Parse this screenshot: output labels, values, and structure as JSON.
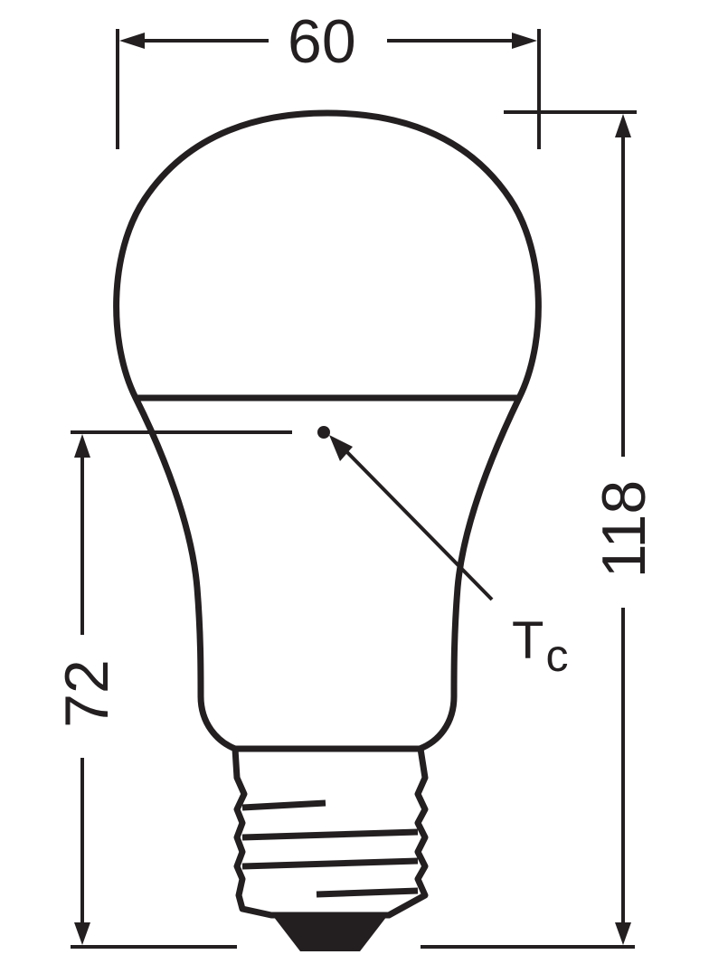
{
  "diagram": {
    "subject": "A60 LED light bulb with E27 screw base — dimension drawing",
    "stroke_color": "#231f20",
    "background_color": "#ffffff",
    "dimensions": {
      "width": {
        "value": "60",
        "orientation": "horizontal"
      },
      "total_height": {
        "value": "118",
        "orientation": "vertical"
      },
      "tc_height": {
        "value": "72",
        "orientation": "vertical"
      }
    },
    "tc_marker": {
      "label_main": "T",
      "label_sub": "c",
      "description": "Temperature measurement point"
    }
  }
}
